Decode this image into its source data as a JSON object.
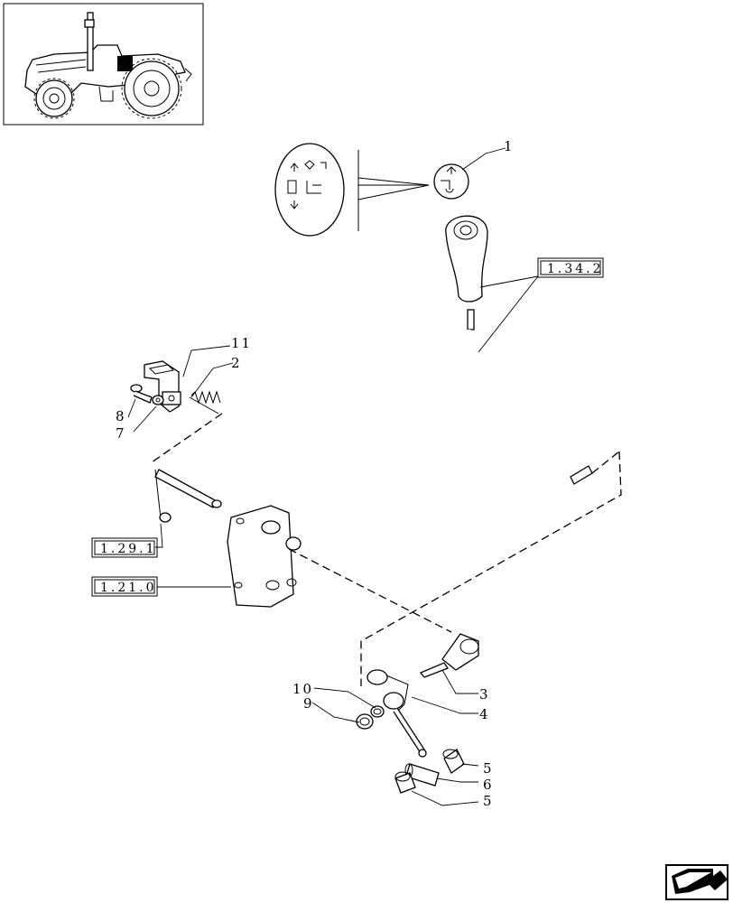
{
  "diagram": {
    "callouts": [
      {
        "id": "c1",
        "text": "1"
      },
      {
        "id": "c2",
        "text": "2"
      },
      {
        "id": "c3",
        "text": "3"
      },
      {
        "id": "c4",
        "text": "4"
      },
      {
        "id": "c5a",
        "text": "5"
      },
      {
        "id": "c6",
        "text": "6"
      },
      {
        "id": "c5b",
        "text": "5"
      },
      {
        "id": "c7",
        "text": "7"
      },
      {
        "id": "c8",
        "text": "8"
      },
      {
        "id": "c9",
        "text": "9"
      },
      {
        "id": "c10",
        "text": "10"
      },
      {
        "id": "c11",
        "text": "11"
      }
    ],
    "references": [
      {
        "id": "r1",
        "text": "1.34.2"
      },
      {
        "id": "r2",
        "text": "1.29.1"
      },
      {
        "id": "r3",
        "text": "1.21.0"
      }
    ]
  },
  "colors": {
    "ink": "#000000",
    "paper": "#ffffff",
    "thumbnail_highlight": "#000000"
  },
  "icons": {
    "navigation": "next-page-arrow-icon",
    "thumbnail": "tractor-thumbnail-icon"
  }
}
